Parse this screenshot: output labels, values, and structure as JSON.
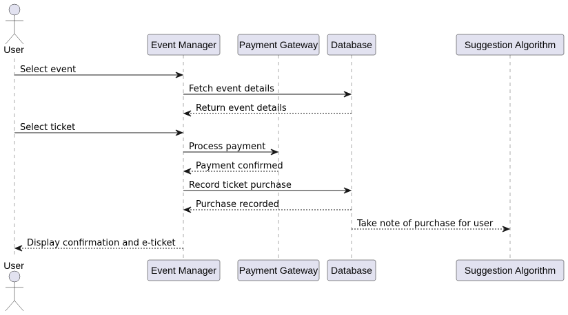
{
  "participants": [
    {
      "id": "user",
      "label": "User",
      "kind": "actor"
    },
    {
      "id": "event_manager",
      "label": "Event Manager",
      "kind": "participant"
    },
    {
      "id": "payment_gateway",
      "label": "Payment Gateway",
      "kind": "participant"
    },
    {
      "id": "database",
      "label": "Database",
      "kind": "participant"
    },
    {
      "id": "suggestion_algorithm",
      "label": "Suggestion Algorithm",
      "kind": "participant"
    }
  ],
  "messages": [
    {
      "from": "user",
      "to": "event_manager",
      "label": "Select event",
      "style": "solid"
    },
    {
      "from": "event_manager",
      "to": "database",
      "label": "Fetch event details",
      "style": "solid"
    },
    {
      "from": "database",
      "to": "event_manager",
      "label": "Return event details",
      "style": "dashed"
    },
    {
      "from": "user",
      "to": "event_manager",
      "label": "Select ticket",
      "style": "solid"
    },
    {
      "from": "event_manager",
      "to": "payment_gateway",
      "label": "Process payment",
      "style": "solid"
    },
    {
      "from": "payment_gateway",
      "to": "event_manager",
      "label": "Payment confirmed",
      "style": "dashed"
    },
    {
      "from": "event_manager",
      "to": "database",
      "label": "Record ticket purchase",
      "style": "solid"
    },
    {
      "from": "database",
      "to": "event_manager",
      "label": "Purchase recorded",
      "style": "dashed"
    },
    {
      "from": "database",
      "to": "suggestion_algorithm",
      "label": "Take note of purchase for user",
      "style": "dashed"
    },
    {
      "from": "event_manager",
      "to": "user",
      "label": "Display confirmation and e-ticket",
      "style": "dashed"
    }
  ],
  "colors": {
    "box_fill": "#e2e2f0",
    "box_stroke": "#181818",
    "lifeline": "#a8a8a8",
    "arrow": "#181818"
  }
}
